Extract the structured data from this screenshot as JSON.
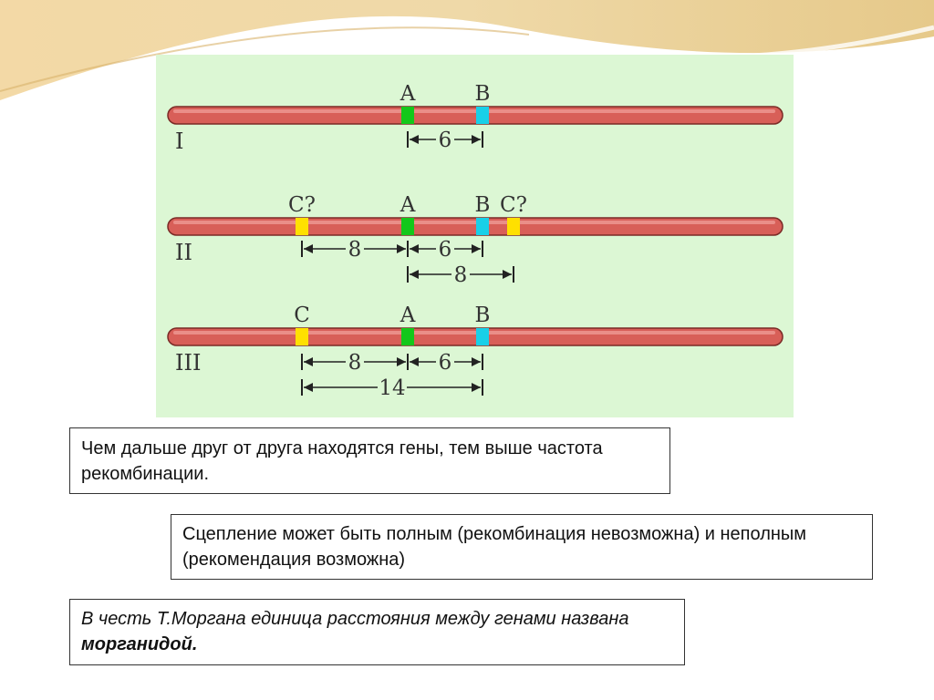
{
  "diagram": {
    "rows": [
      {
        "label": "I",
        "genes": [
          {
            "name": "A",
            "color": "#13c81a",
            "pos": 447
          },
          {
            "name": "B",
            "color": "#18d0e8",
            "pos": 529
          }
        ],
        "distances": [
          {
            "value": "6",
            "from": 447,
            "to": 529,
            "row": 0
          }
        ]
      },
      {
        "label": "II",
        "genes": [
          {
            "name": "C?",
            "color": "#ffe000",
            "pos": 331
          },
          {
            "name": "A",
            "color": "#13c81a",
            "pos": 447
          },
          {
            "name": "B",
            "color": "#18d0e8",
            "pos": 529
          },
          {
            "name": "C?",
            "color": "#ffe000",
            "pos": 563
          }
        ],
        "distances": [
          {
            "value": "8",
            "from": 331,
            "to": 447,
            "row": 0
          },
          {
            "value": "6",
            "from": 447,
            "to": 529,
            "row": 0
          },
          {
            "value": "8",
            "from": 447,
            "to": 563,
            "row": 1
          }
        ]
      },
      {
        "label": "III",
        "genes": [
          {
            "name": "C",
            "color": "#ffe000",
            "pos": 331
          },
          {
            "name": "A",
            "color": "#13c81a",
            "pos": 447
          },
          {
            "name": "B",
            "color": "#18d0e8",
            "pos": 529
          }
        ],
        "distances": [
          {
            "value": "8",
            "from": 331,
            "to": 447,
            "row": 0
          },
          {
            "value": "6",
            "from": 447,
            "to": 529,
            "row": 0
          },
          {
            "value": "14",
            "from": 331,
            "to": 529,
            "row": 1
          }
        ]
      }
    ],
    "chromosome_color": "#d85f58"
  },
  "notes": {
    "note1": "Чем дальше друг от друга находятся гены, тем выше частота рекомбинации.",
    "note2": "Сцепление может быть полным (рекомбинация невозможна) и неполным (рекомендация возможна)",
    "note3_prefix": "В честь Т.Моргана единица расстояния между генами названа ",
    "note3_bold": "морганидой."
  }
}
